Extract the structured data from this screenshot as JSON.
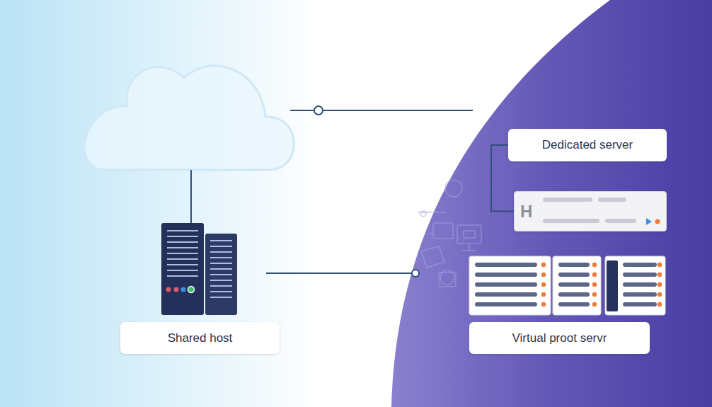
{
  "diagram": {
    "nodes": [
      {
        "text": [
          "Dedicated server"
        ]
      },
      {
        "text": [
          "H"
        ]
      },
      {
        "text": [
          "Shared host"
        ]
      },
      {
        "text": [
          "Virtual proot servr"
        ]
      }
    ],
    "edges": [
      {
        "from": 0,
        "to": 1,
        "arrow": "none"
      }
    ]
  }
}
